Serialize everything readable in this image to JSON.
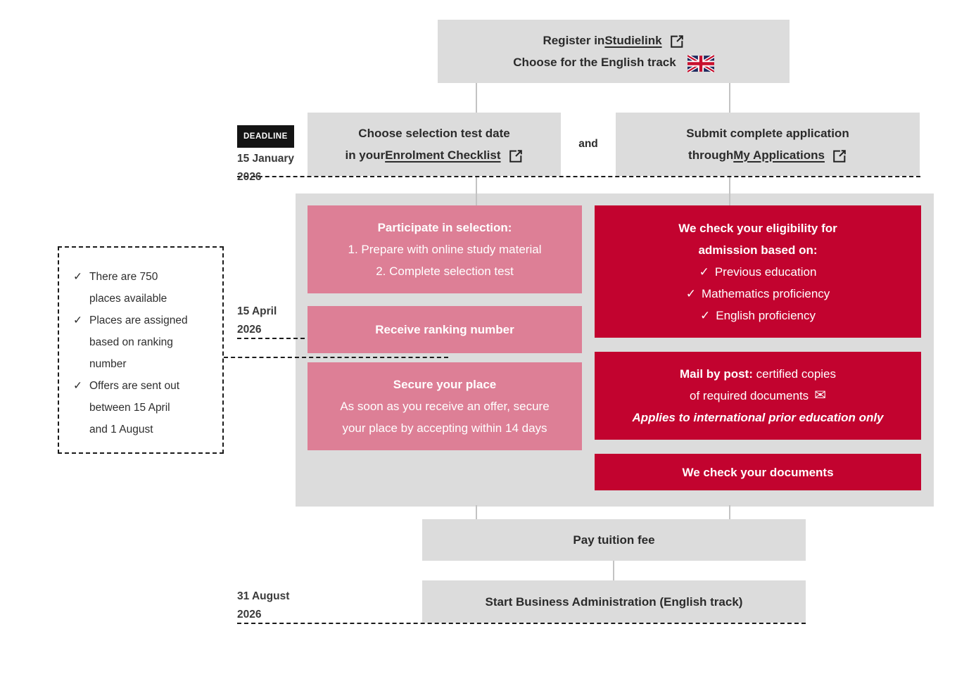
{
  "icons": {
    "check": "✓",
    "envelope": "✉"
  },
  "register": {
    "line1_prefix": "Register in ",
    "line1_link": "Studielink",
    "line2": "Choose for the English track"
  },
  "deadline": {
    "badge": "DEADLINE",
    "date_line1": "15 January",
    "date_line2": "2026"
  },
  "step_test": {
    "line1": "Choose selection test date",
    "line2_prefix": "in your ",
    "line2_link": "Enrolment Checklist"
  },
  "connector_label": "and",
  "step_app": {
    "line1": "Submit complete application",
    "line2_prefix": "through ",
    "line2_link": "My Applications"
  },
  "participate": {
    "title": "Participate in selection:",
    "line1": "1. Prepare with online study material",
    "line2": "2. Complete selection test"
  },
  "ranking": {
    "title": "Receive ranking number"
  },
  "secure": {
    "title": "Secure your place",
    "line1": "As soon as you receive an offer, secure",
    "line2": "your place by accepting within 14 days"
  },
  "eligibility": {
    "title_line1": "We check your eligibility for",
    "title_line2": "admission based on:",
    "items": [
      "Previous education",
      "Mathematics proficiency",
      "English proficiency"
    ]
  },
  "mail": {
    "bold": "Mail by post:",
    "rest": " certified copies",
    "line2": "of required documents",
    "note": "Applies to international prior education only"
  },
  "docs": {
    "title": "We check your documents"
  },
  "side_note": {
    "items": [
      "There are 750\nplaces available",
      "Places are assigned\nbased on ranking\nnumber",
      "Offers are sent out\nbetween 15 April\nand 1 August"
    ]
  },
  "april": {
    "line1": "15 April",
    "line2": "2026"
  },
  "august": {
    "line1": "31 August",
    "line2": "2026"
  },
  "pay": {
    "label": "Pay tuition fee"
  },
  "start": {
    "label": "Start Business Administration (English track)"
  },
  "colors": {
    "pink": "#dd7f96",
    "crimson": "#c2032f",
    "box_gray": "#dcdcdc",
    "connector_gray": "#c3c3c3"
  }
}
